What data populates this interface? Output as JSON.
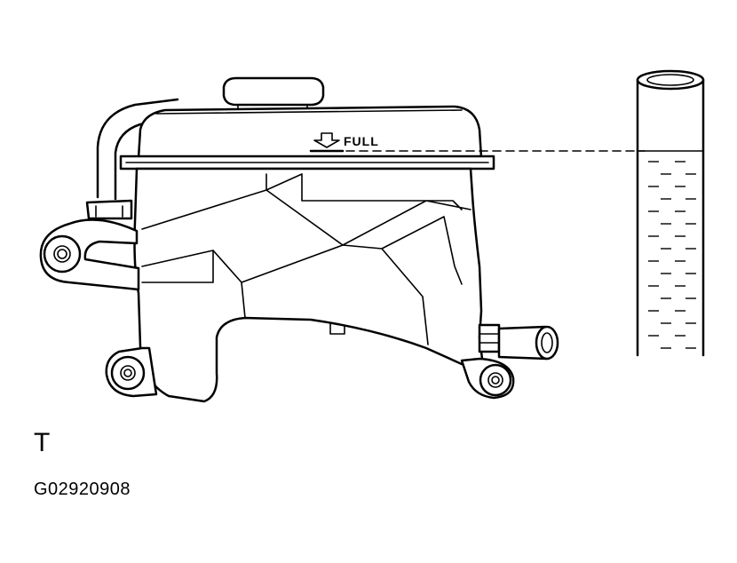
{
  "diagram": {
    "tank_label": "FULL",
    "caption_letter": "T",
    "figure_code": "G02920908"
  },
  "colors": {
    "ink": "#000000",
    "background": "#ffffff"
  }
}
